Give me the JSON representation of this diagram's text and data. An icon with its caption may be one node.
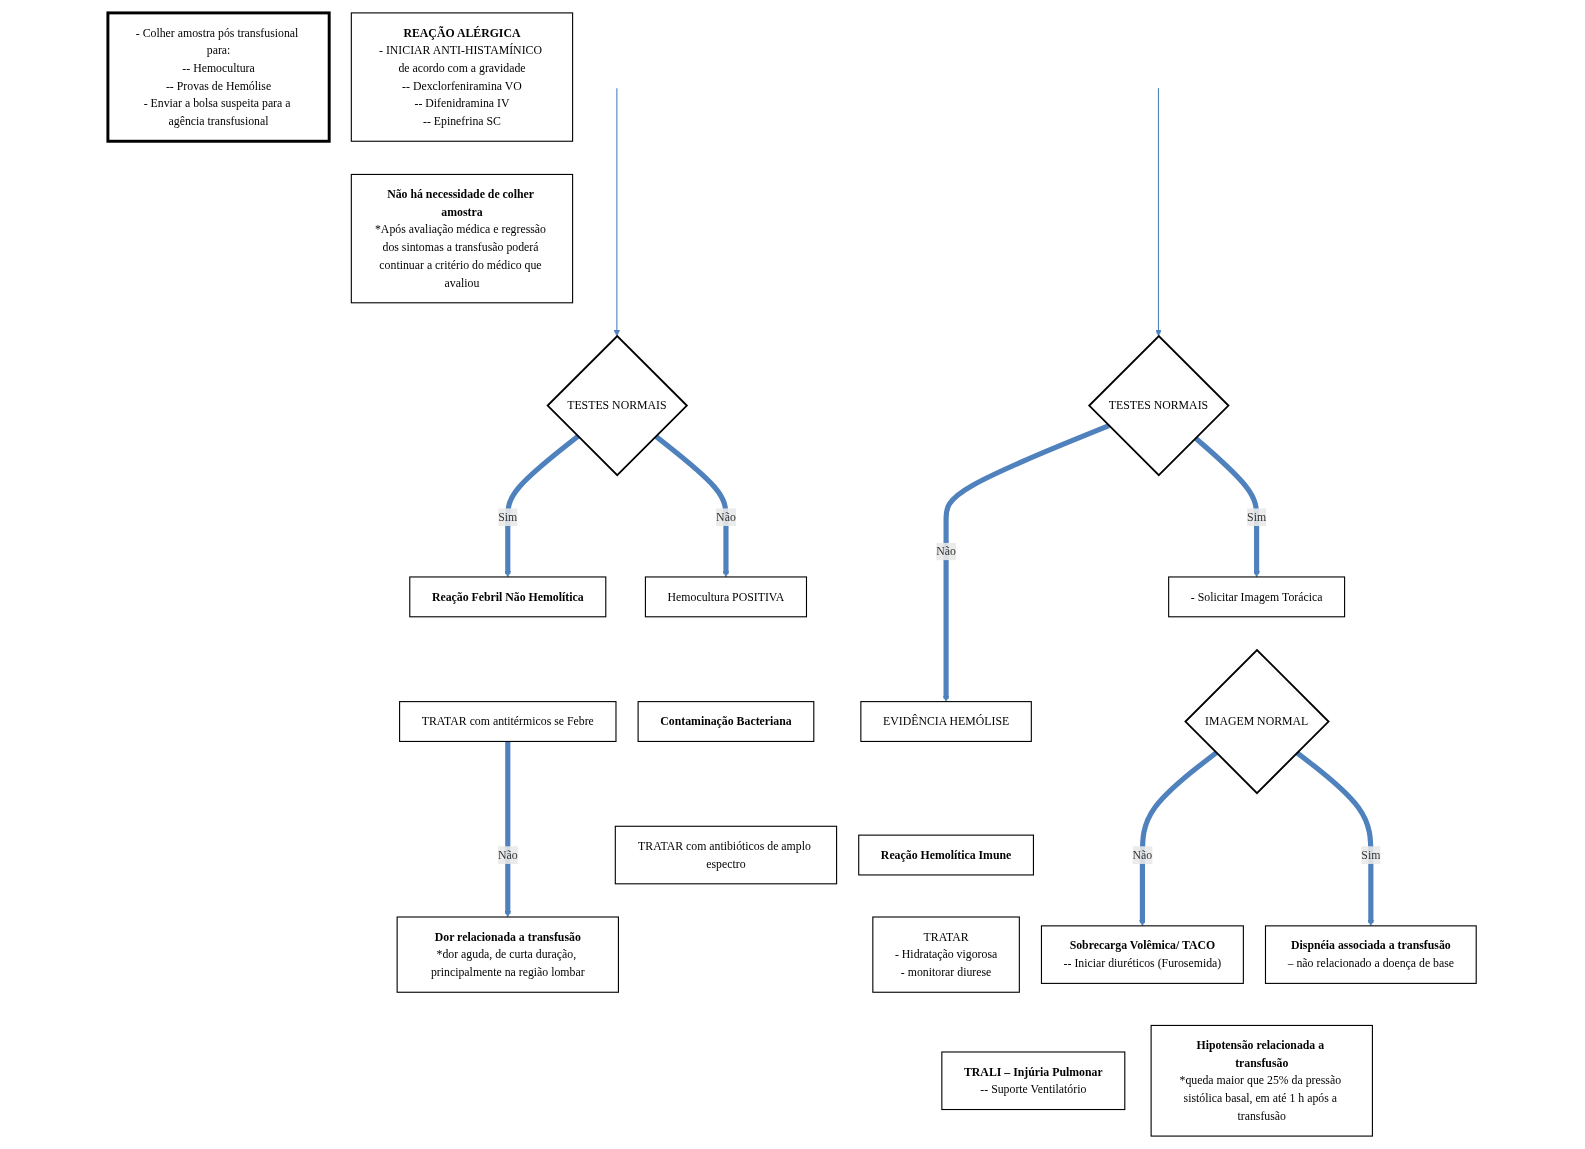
{
  "diagram": {
    "nodes": [
      {
        "text": [
          "- Colher amostra pós transfusional para:",
          "-- Hemocultura",
          "-- Provas de Hemólise",
          "- Enviar a bolsa suspeita para a agência transfusional"
        ]
      },
      {
        "text": [
          "REAÇÃO ALÉRGICA",
          "- INICIAR ANTI-HISTAMÍNICO de acordo com a gravidade",
          "-- Dexclorfeniramina VO",
          "-- Difenidramina IV",
          "-- Epinefrina SC"
        ]
      },
      {
        "text": [
          "Não há necessidade de colher amostra",
          "*Após avaliação médica e regressão dos sintomas a transfusão poderá continuar a critério do médico que avaliou"
        ]
      },
      {
        "text": [
          "TESTES NORMAIS"
        ]
      },
      {
        "text": [
          "TESTES NORMAIS"
        ]
      },
      {
        "text": [
          "Hemocultura POSITIVA"
        ]
      },
      {
        "text": [
          "EVIDÊNCIA HEMÓLISE"
        ]
      },
      {
        "text": [
          "Reação Febril Não Hemolítica"
        ]
      },
      {
        "text": [
          "Contaminação Bacteriana"
        ]
      },
      {
        "text": [
          "Reação Hemolítica Imune"
        ]
      },
      {
        "text": [
          "- Solicitar Imagem Torácica"
        ]
      },
      {
        "text": [
          "IMAGEM NORMAL"
        ]
      },
      {
        "text": [
          "Sobrecarga Volêmica/ TACO",
          "-- Iniciar diuréticos (Furosemida)"
        ]
      },
      {
        "text": [
          "TRALI – Injúria Pulmonar",
          "-- Suporte Ventilatório"
        ]
      },
      {
        "text": [
          "TRATAR com antitérmicos se Febre"
        ]
      },
      {
        "text": [
          "TRATAR com antibióticos de amplo espectro"
        ]
      },
      {
        "text": [
          "TRATAR",
          "- Hidratação vigorosa",
          "- monitorar diurese"
        ]
      },
      {
        "text": [
          "Dispnéia associada a transfusão",
          "– não relacionado a doença de base"
        ]
      },
      {
        "text": [
          "Dor relacionada a transfusão",
          "*dor aguda, de curta duração, principalmente na região lombar"
        ]
      },
      {
        "text": [
          "Hipotensão relacionada a transfusão",
          "*queda maior que 25% da pressão sistólica basal, em até 1 h após a transfusão"
        ]
      }
    ],
    "edges": [
      {
        "from": null,
        "to": 3,
        "arrow": "to"
      },
      {
        "from": null,
        "to": 4,
        "arrow": "to"
      },
      {
        "from": 3,
        "to": 7,
        "arrow": "to",
        "label": "Sim"
      },
      {
        "from": 3,
        "to": 5,
        "arrow": "to",
        "label": "Não"
      },
      {
        "from": 4,
        "to": 6,
        "arrow": "to",
        "label": "Não"
      },
      {
        "from": 4,
        "to": 10,
        "arrow": "to",
        "label": "Sim"
      },
      {
        "from": 11,
        "to": 12,
        "arrow": "to",
        "label": "Não"
      },
      {
        "from": 11,
        "to": 17,
        "arrow": "to",
        "label": "Sim"
      },
      {
        "from": 14,
        "to": 18,
        "arrow": "to",
        "label": "Não"
      }
    ]
  }
}
